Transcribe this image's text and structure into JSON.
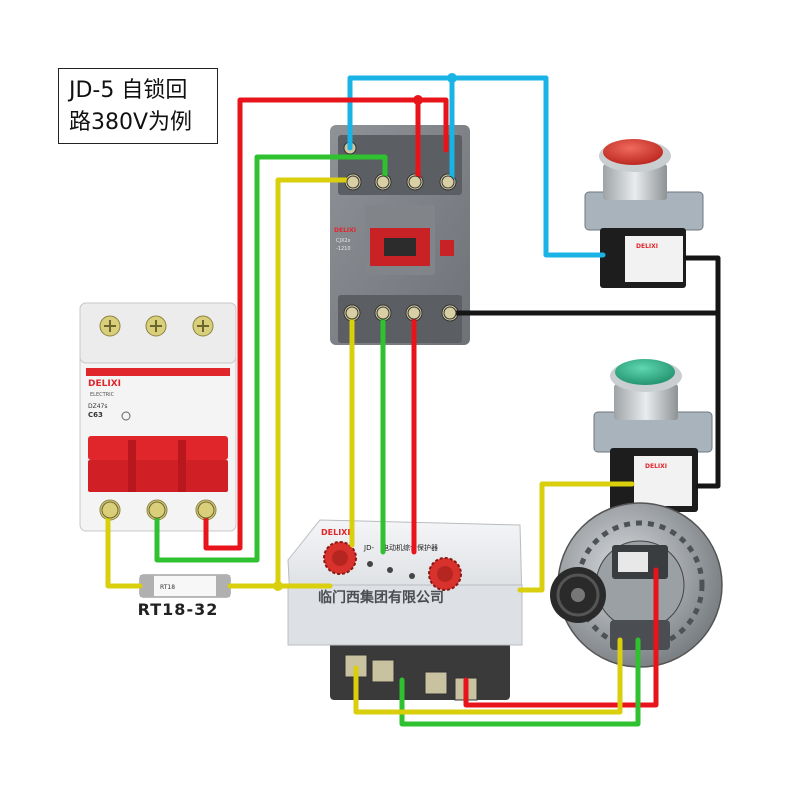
{
  "title": {
    "line1": "JD-5 自锁回",
    "line2": "路380V为例"
  },
  "breaker": {
    "brand": "DELIXI",
    "sub_brand": "ELECTRIC",
    "model": "DZ47s",
    "rating": "C63"
  },
  "contactor": {
    "brand": "DELIXI",
    "model": "CJX2s",
    "code": "-1210"
  },
  "fuse": {
    "label": "RT18-32"
  },
  "protector": {
    "brand": "DELIXI",
    "model_prefix": "JD-",
    "name": "电动机综合保护器",
    "maker": "临门西集团有限公司"
  },
  "buttons": {
    "top_color": "red",
    "bottom_color": "green",
    "block_brand": "DELIXI"
  },
  "colors": {
    "wire_red": "#e8141b",
    "wire_green": "#2fc12f",
    "wire_yellow": "#d9cf0d",
    "wire_blue": "#19b3e6",
    "wire_black": "#151515",
    "breaker_red": "#e0252b",
    "button_red": "#d9322a",
    "button_green": "#2db38a"
  }
}
